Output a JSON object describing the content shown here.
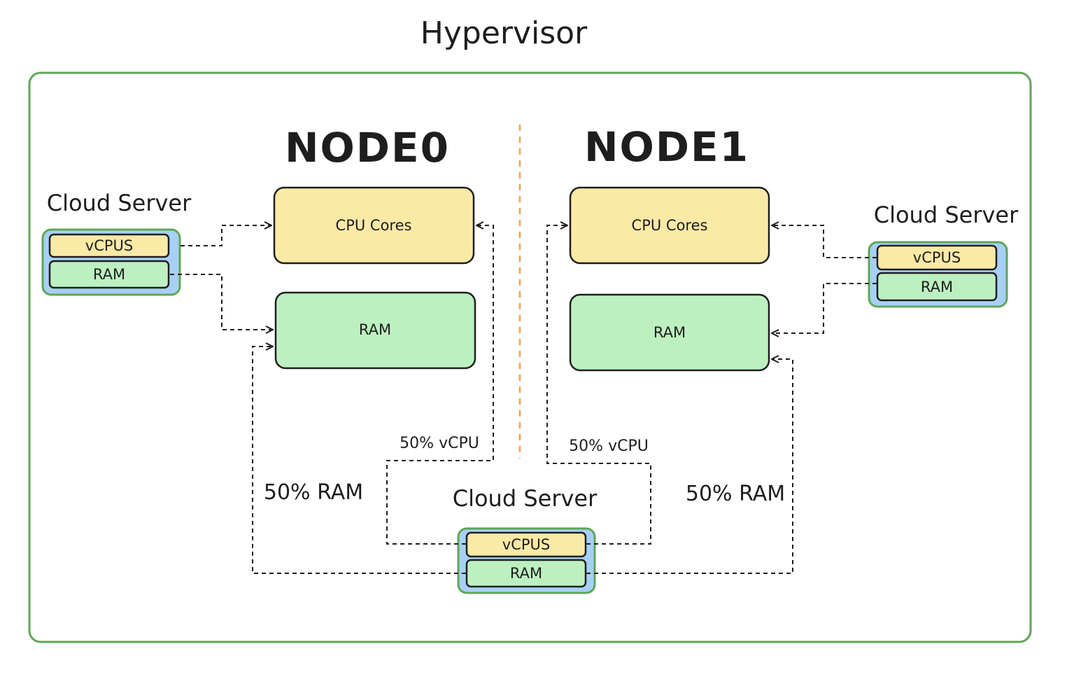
{
  "title": "Hypervisor",
  "colors": {
    "frame_stroke": "#5fa657",
    "cpu_fill": "#fbe9a6",
    "ram_fill": "#bdf0c0",
    "server_outer_fill": "#a7d0f5",
    "server_outer_stroke": "#5fa657",
    "divider": "#f0a04b",
    "ink": "#1e1e1e"
  },
  "nodes": [
    {
      "name": "NODE0",
      "cpu_label": "CPU Cores",
      "ram_label": "RAM"
    },
    {
      "name": "NODE1",
      "cpu_label": "CPU Cores",
      "ram_label": "RAM"
    }
  ],
  "cloud_servers": {
    "left": {
      "label": "Cloud Server",
      "vcpu_label": "vCPUS",
      "ram_label": "RAM"
    },
    "right": {
      "label": "Cloud Server",
      "vcpu_label": "vCPUS",
      "ram_label": "RAM"
    },
    "bottom": {
      "label": "Cloud Server",
      "vcpu_label": "vCPUS",
      "ram_label": "RAM"
    }
  },
  "annotations": {
    "left_vcpu": "50% vCPU",
    "right_vcpu": "50% vCPU",
    "left_ram": "50% RAM",
    "right_ram": "50% RAM"
  }
}
